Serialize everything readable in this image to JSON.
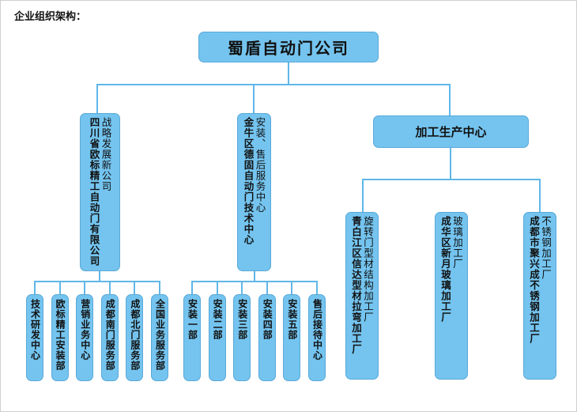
{
  "page_heading": "企业组织架构：",
  "root": {
    "label": "蜀盾自动门公司"
  },
  "level1": [
    {
      "name_main": "四川省欧标精工自动门有限公司",
      "name_sub": "战略发展新公司",
      "children": [
        "技术研发中心",
        "欧标精工安装部",
        "营销业务中心",
        "成都南门服务部",
        "成都北门服务部",
        "全国业务服务部"
      ]
    },
    {
      "name_main": "金牛区德固自动门技术中心",
      "name_sub": "安装、售后服务中心",
      "children": [
        "安装一部",
        "安装二部",
        "安装三部",
        "安装四部",
        "安装五部",
        "售后接待中心"
      ]
    },
    {
      "name_main": "加工生产中心",
      "children": [
        {
          "name_main": "青白江区信达型材拉弯加工厂",
          "name_sub": "旋转门型材结构加工厂"
        },
        {
          "name_main": "成华区新月玻璃加工厂",
          "name_sub": "玻璃加工厂"
        },
        {
          "name_main": "成都市聚兴成不锈钢加工厂",
          "name_sub": "不锈钢加工厂"
        }
      ]
    }
  ],
  "colors": {
    "box_fill": "#74c4ef",
    "box_border": "#5aa9d8",
    "connector": "#5fb7e8"
  }
}
